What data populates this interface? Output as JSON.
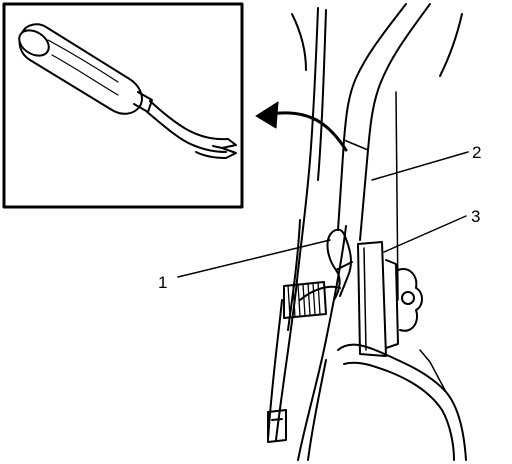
{
  "figure": {
    "inset_icon": "trim-panel-removal-tool-icon",
    "arrow_icon": "curved-arrow-icon",
    "callouts": [
      {
        "label": "1",
        "target": "fastener-clip"
      },
      {
        "label": "2",
        "target": "trim-panel-edge"
      },
      {
        "label": "3",
        "target": "retainer-bracket"
      }
    ]
  }
}
